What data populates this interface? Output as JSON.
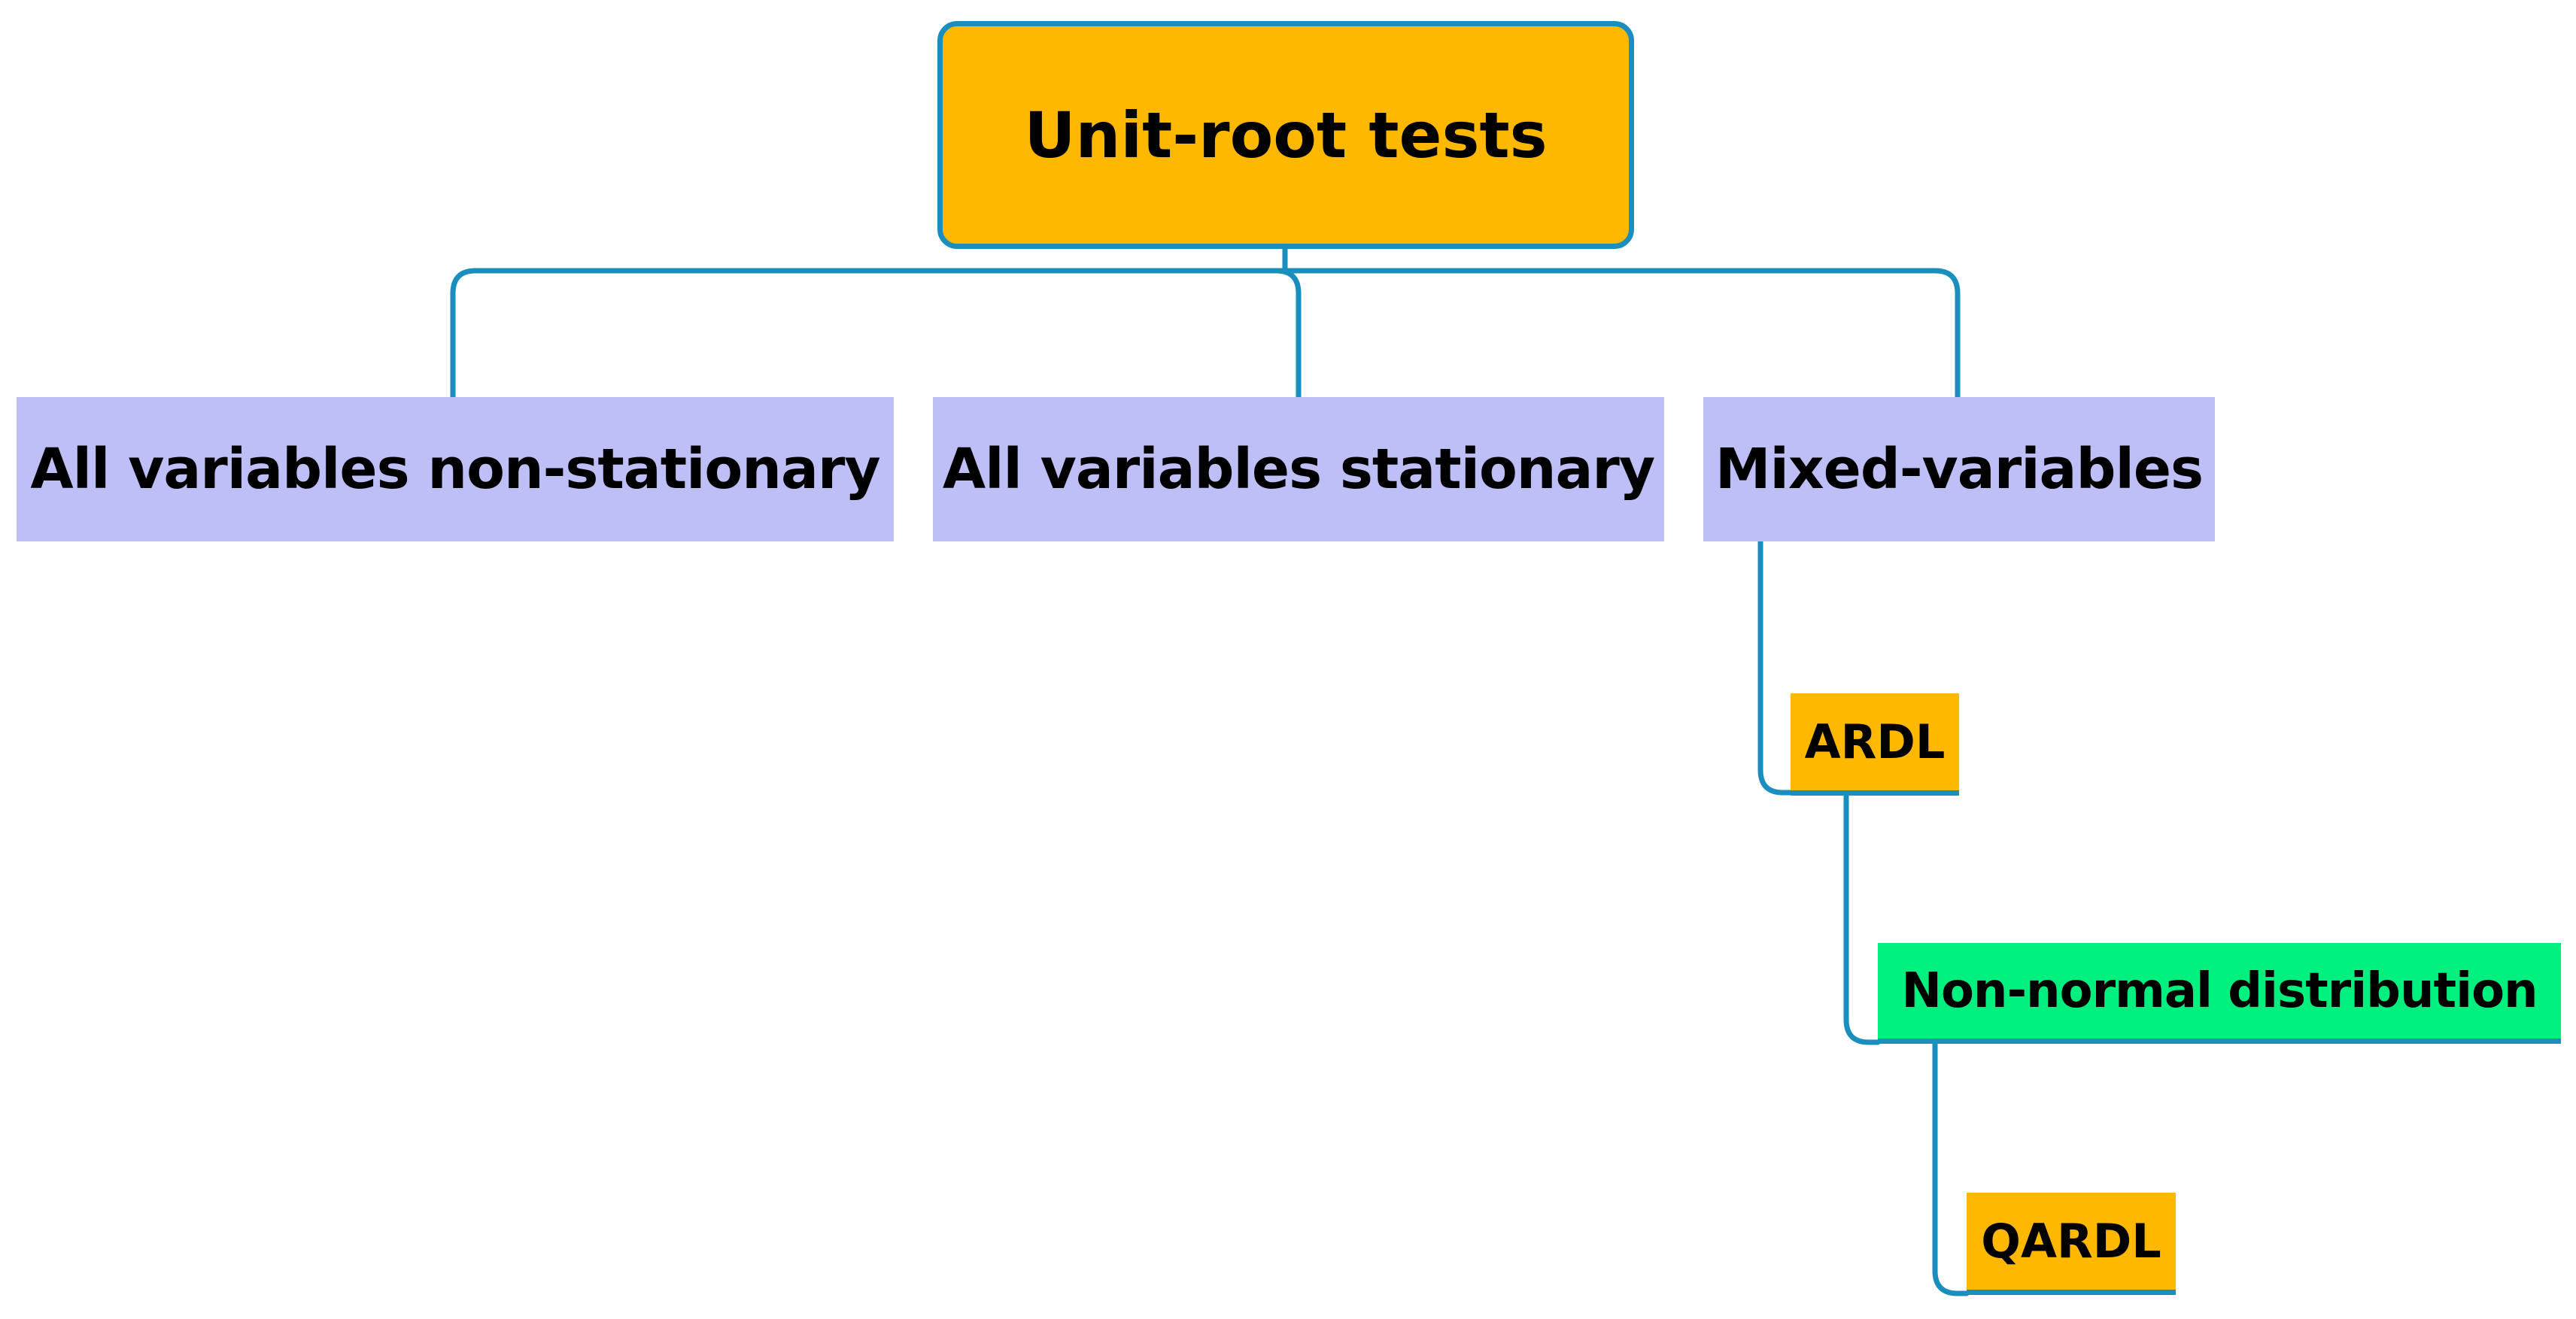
{
  "diagram": {
    "root": {
      "label": "Unit-root tests",
      "color": "#ffb800"
    },
    "branches": [
      {
        "label": "All variables non-stationary",
        "color": "#bfbff7"
      },
      {
        "label": "All variables stationary",
        "color": "#bfbff7"
      },
      {
        "label": "Mixed-variables",
        "color": "#bfbff7"
      }
    ],
    "mixed_chain": [
      {
        "label": "ARDL",
        "color": "#ffb800"
      },
      {
        "label": "Non-normal distribution",
        "color": "#00f080"
      },
      {
        "label": "QARDL",
        "color": "#ffb800"
      }
    ],
    "connector_color": "#1a8fbf"
  }
}
